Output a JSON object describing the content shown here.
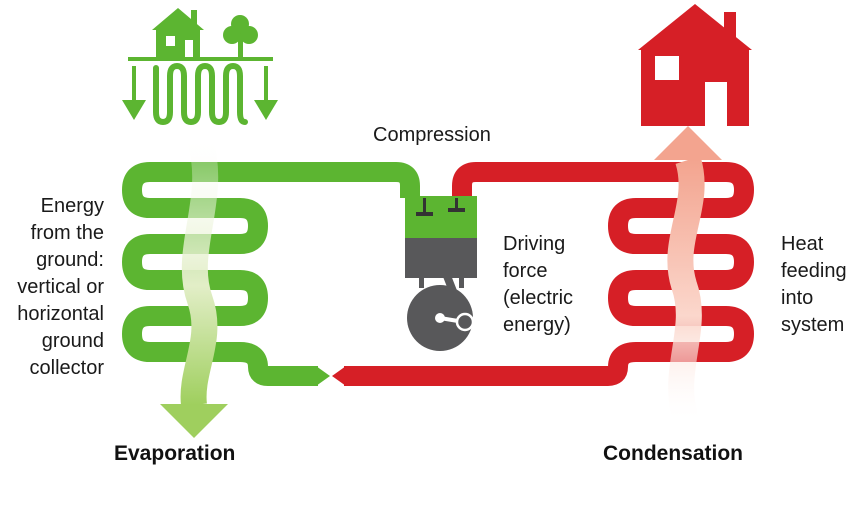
{
  "labels": {
    "compression": "Compression",
    "ground_energy": [
      "Energy",
      "from the",
      "ground:",
      "vertical or",
      "horizontal",
      "ground",
      "collector"
    ],
    "driving_force": [
      "Driving",
      "force",
      "(electric",
      "energy)"
    ],
    "heat_feeding": [
      "Heat",
      "feeding",
      "into",
      "system"
    ],
    "evaporation": "Evaporation",
    "condensation": "Condensation"
  },
  "colors": {
    "cold_loop": "#5cb531",
    "warm_loop": "#d61f26",
    "compressor_body": "#58585a",
    "ground_arrow": "#cfe3a4",
    "heat_arrow": "#f6b3a2"
  },
  "icons": {
    "ground_collector": "house-tree-ground-collector-icon",
    "heated_house": "house-icon",
    "compressor": "compressor-piston-icon"
  }
}
